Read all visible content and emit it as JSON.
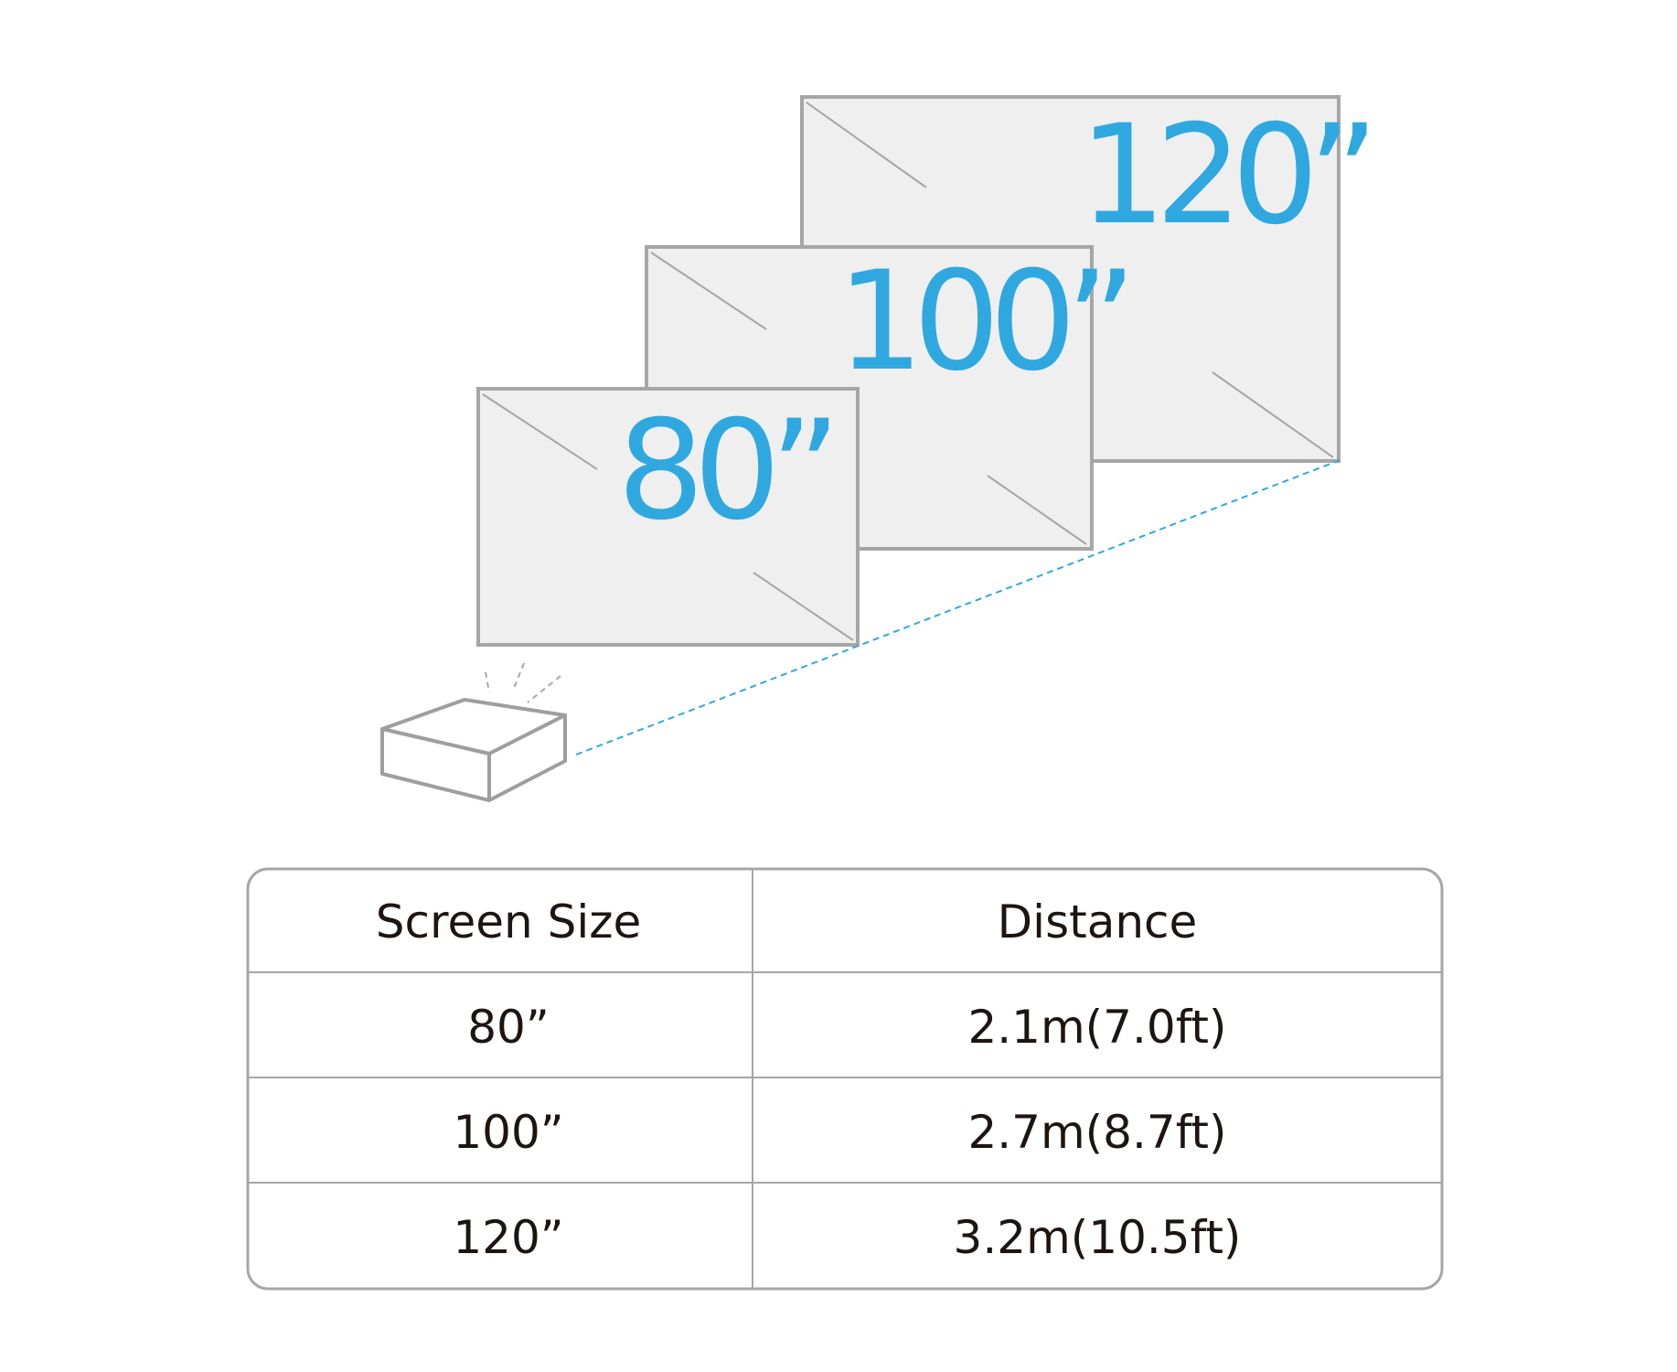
{
  "colors": {
    "accent": "#2fa8e0",
    "screen_fill": "#efefef",
    "outline": "#a6a6a6",
    "text": "#1c1512"
  },
  "screens": [
    {
      "label": "120”"
    },
    {
      "label": "100”"
    },
    {
      "label": "80”"
    }
  ],
  "table": {
    "headers": [
      "Screen Size",
      "Distance"
    ],
    "rows": [
      [
        "80”",
        "2.1m(7.0ft)"
      ],
      [
        "100”",
        "2.7m(8.7ft)"
      ],
      [
        "120”",
        "3.2m(10.5ft)"
      ]
    ]
  }
}
